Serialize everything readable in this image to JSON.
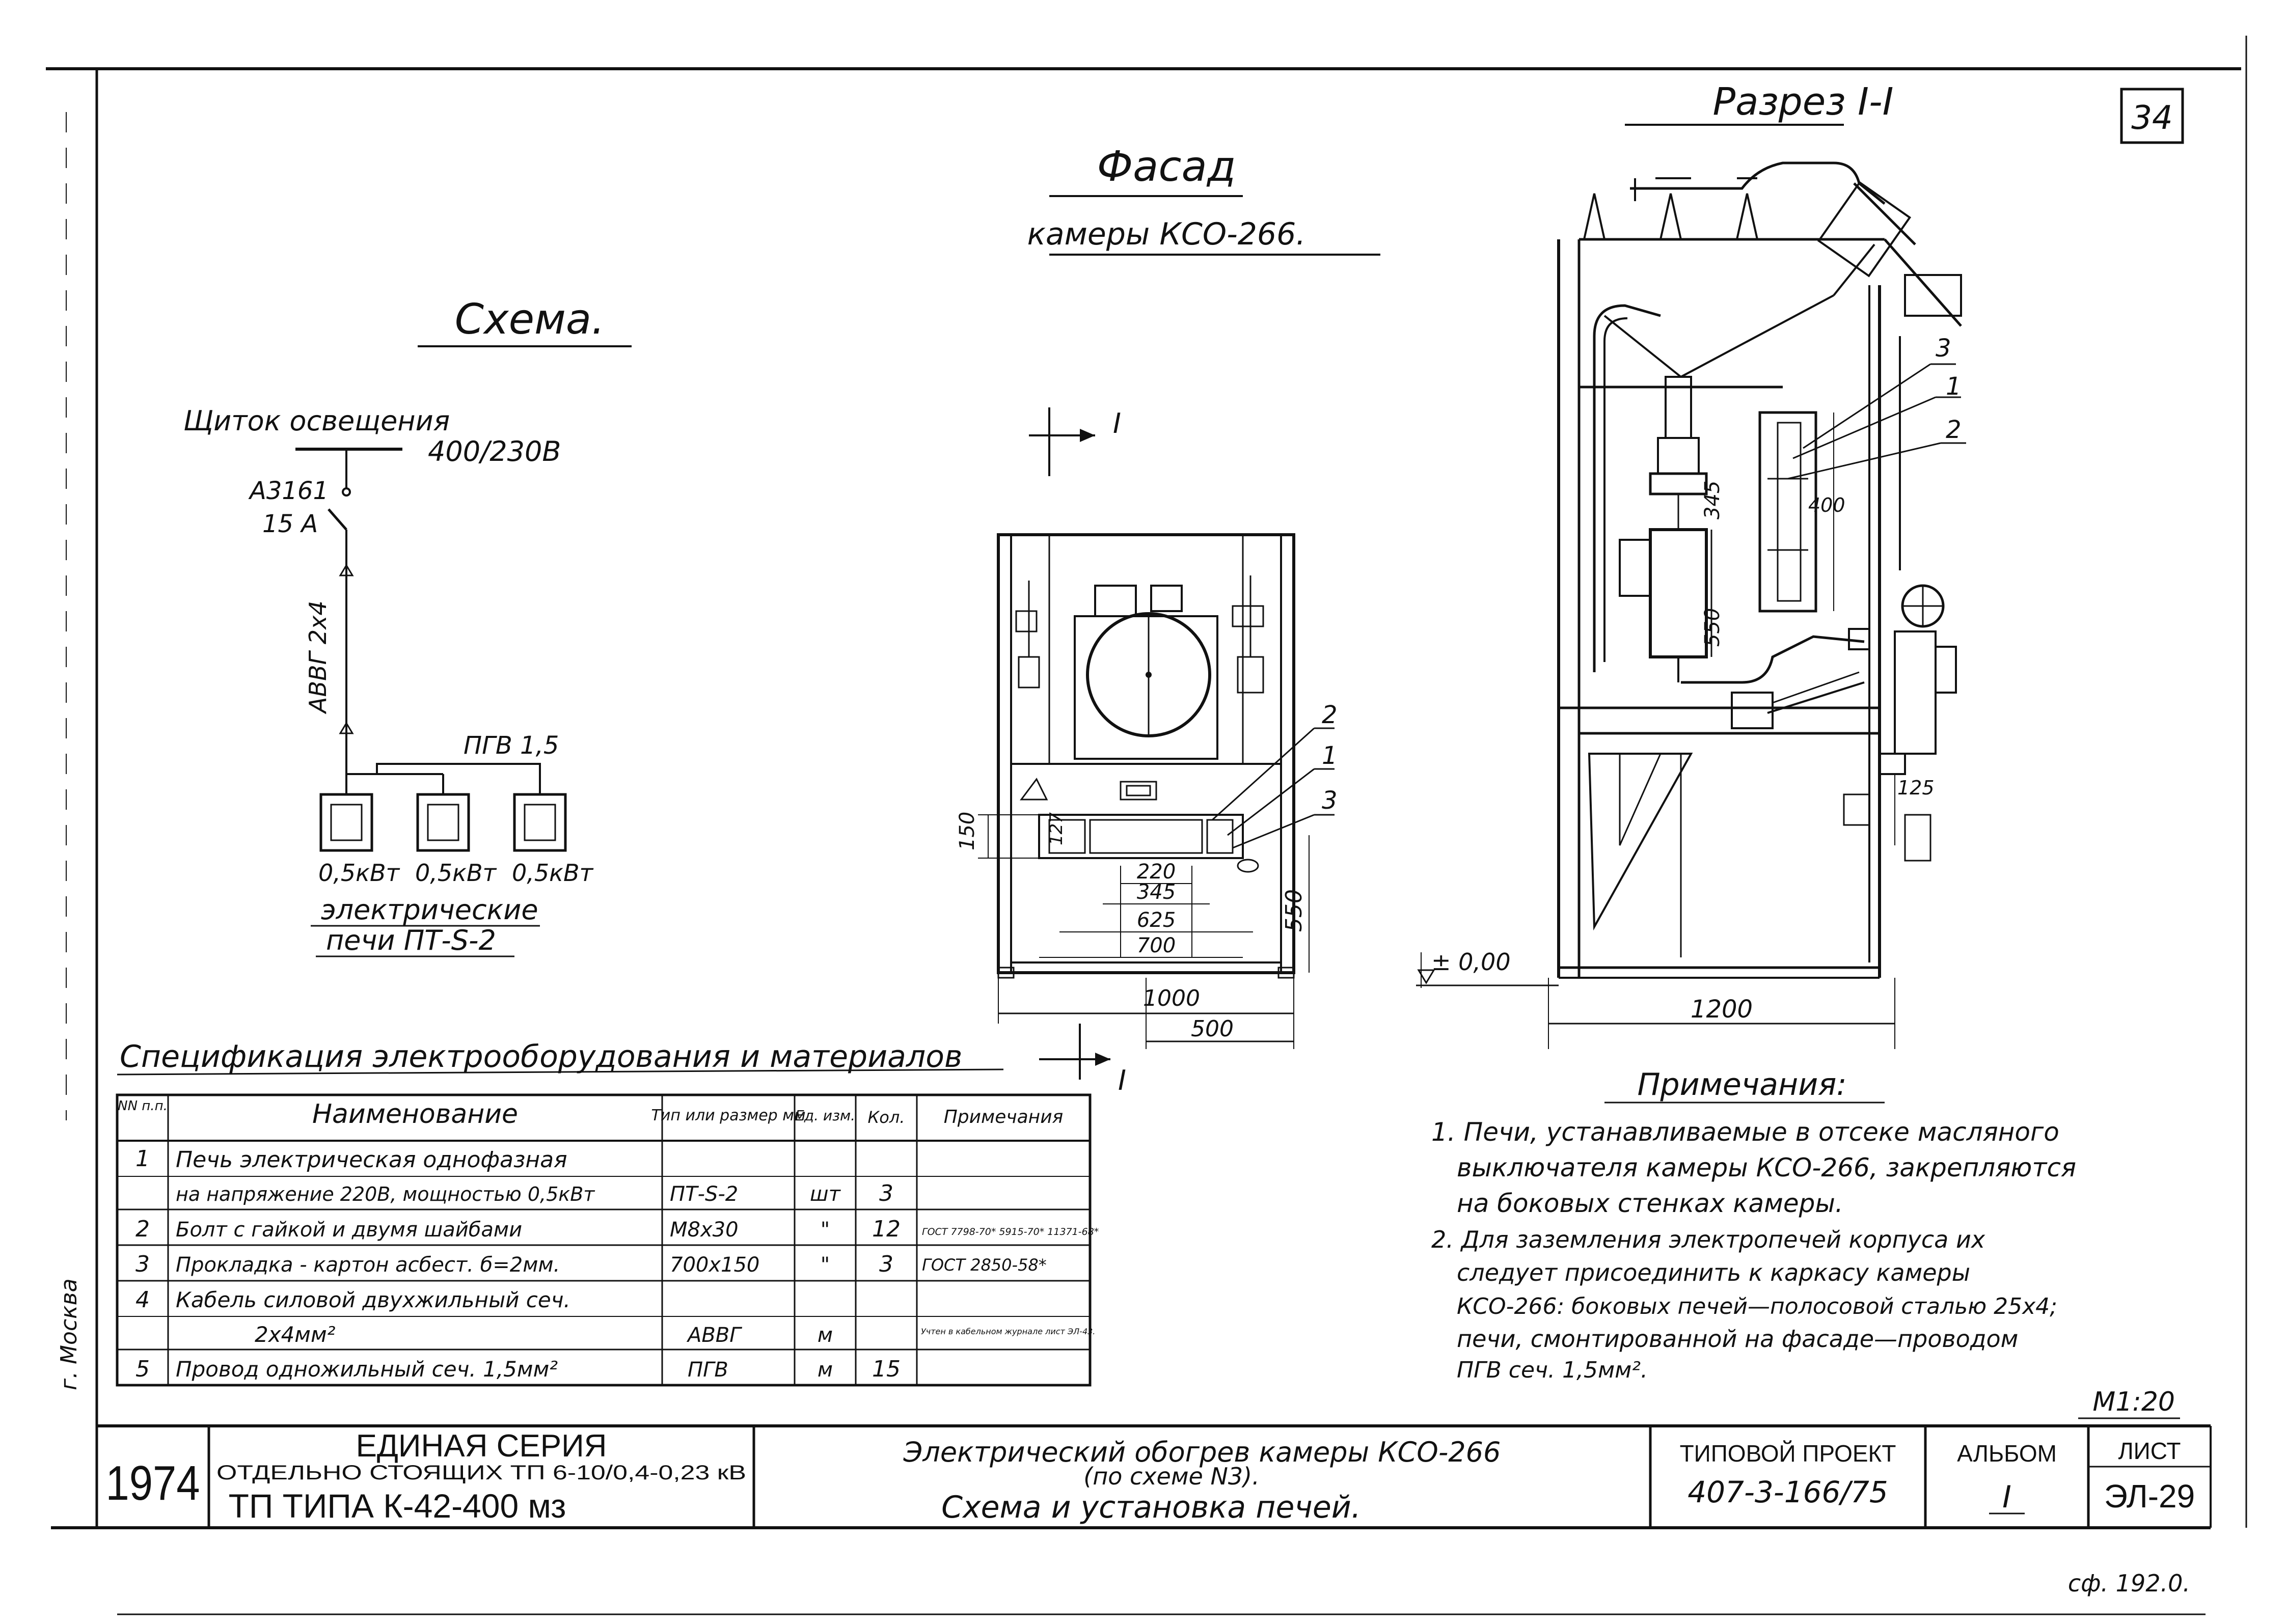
{
  "sheet_corner": "34",
  "facade": {
    "title": "Фасад",
    "subtitle": "камеры КСО-266."
  },
  "section": {
    "title": "Разрез I-I",
    "callouts": [
      "3",
      "1",
      "2"
    ],
    "dims": [
      "400",
      "345",
      "550",
      "125",
      "1200"
    ],
    "level": "± 0,00"
  },
  "scheme": {
    "title": "Схема.",
    "panel": "Щиток освещения",
    "voltage": "400/230В",
    "breaker": "А3161",
    "current": "15 А",
    "cable": "АВВГ 2х4",
    "wire": "ПГВ 1,5",
    "heaters": [
      "0,5кВт",
      "0,5кВт",
      "0,5кВт"
    ],
    "heaters_caption1": "электрические",
    "heaters_caption2": "печи ПТ-S-2"
  },
  "facade_drawing": {
    "section_mark": "I",
    "callouts": [
      "2",
      "1",
      "3"
    ],
    "dims": [
      "150",
      "220",
      "345",
      "625",
      "700",
      "1000",
      "500",
      "550"
    ],
    "small": "127"
  },
  "spec": {
    "title": "Спецификация электрооборудования и материалов",
    "headers": [
      "NN п.п.",
      "Наименование",
      "Тип или размер мм",
      "Ед. изм.",
      "Кол.",
      "Примечания"
    ],
    "rows": [
      [
        "1",
        "Печь электрическая однофазная",
        "",
        "",
        "",
        ""
      ],
      [
        "",
        "на напряжение 220В, мощностью 0,5кВт",
        "ПТ-S-2",
        "шт",
        "3",
        ""
      ],
      [
        "2",
        "Болт с гайкой и двумя шайбами",
        "М8х30",
        "\"",
        "12",
        "ГОСТ 7798-70* 5915-70* 11371-68*"
      ],
      [
        "3",
        "Прокладка - картон асбест. б=2мм.",
        "700х150",
        "\"",
        "3",
        "ГОСТ 2850-58*"
      ],
      [
        "4",
        "Кабель силовой двухжильный сеч.",
        "",
        "",
        "",
        ""
      ],
      [
        "",
        "2х4мм²",
        "АВВГ",
        "м",
        "",
        "Учтен в кабельном журнале лист ЭЛ-43."
      ],
      [
        "5",
        "Провод одножильный сеч. 1,5мм²",
        "ПГВ",
        "м",
        "15",
        ""
      ]
    ]
  },
  "notes": {
    "title": "Примечания:",
    "items": [
      "1. Печи, устанавливаемые в отсеке масляного",
      "выключателя камеры КСО-266, закрепляются",
      "на боковых стенках камеры.",
      "2. Для заземления электропечей корпуса их",
      "следует присоединить к каркасу камеры",
      "КСО-266: боковых печей—полосовой сталью 25х4;",
      "печи, смонтированной на фасаде—проводом",
      "ПГВ сеч. 1,5мм²."
    ],
    "scale": "М1:20"
  },
  "stamp": {
    "year": "1974",
    "series1": "ЕДИНАЯ СЕРИЯ",
    "series2": "ОТДЕЛЬНО СТОЯЩИХ ТП 6-10/0,4-0,23 кВ",
    "series3": "ТП ТИПА К-42-400 мз",
    "desc1": "Электрический обогрев камеры КСО-266",
    "desc2": "(по схеме N3).",
    "desc3": "Схема и установка печей.",
    "project_label": "ТИПОВОЙ ПРОЕКТ",
    "project_value": "407-3-166/75",
    "album_label": "АЛЬБОМ",
    "album_value": "I",
    "sheet_label": "ЛИСТ",
    "sheet_value": "ЭЛ-29"
  },
  "margin_city": "г. Москва",
  "footer_code": "сф. 192.0."
}
